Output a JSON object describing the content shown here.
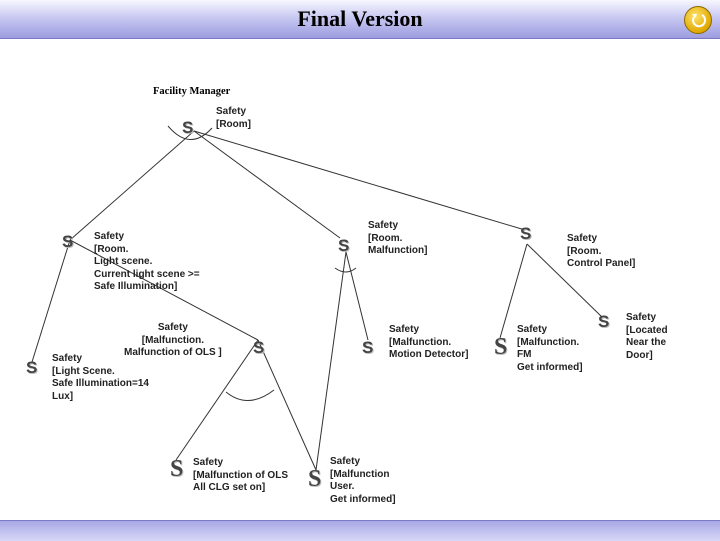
{
  "title": "Final Version",
  "home_icon": "return-arrow-icon",
  "root_label": "Facility Manager",
  "symbol": "S",
  "nodes": {
    "root": {
      "label": "Safety\n[Room]"
    },
    "illum": {
      "label": "Safety\n[Room.\nLight scene.\nCurrent light scene >=\nSafe Illumination]"
    },
    "malf": {
      "label": "Safety\n[Room.\nMalfunction]"
    },
    "ctrl": {
      "label": "Safety\n[Room.\nControl Panel]"
    },
    "scene": {
      "label": "Safety\n[Light Scene.\nSafe Illumination=14\nLux]"
    },
    "ols": {
      "label": "Safety\n[Malfunction.\nMalfunction of OLS ]"
    },
    "motion": {
      "label": "Safety\n[Malfunction.\nMotion Detector]"
    },
    "fm": {
      "label": "Safety\n[Malfunction.\nFM\nGet informed]"
    },
    "near": {
      "label": "Safety\n[Located\nNear the\nDoor]"
    },
    "clg": {
      "label": "Safety\n[Malfunction of OLS\nAll CLG set on]"
    },
    "user": {
      "label": "Safety\n[Malfunction\nUser.\nGet informed]"
    }
  }
}
